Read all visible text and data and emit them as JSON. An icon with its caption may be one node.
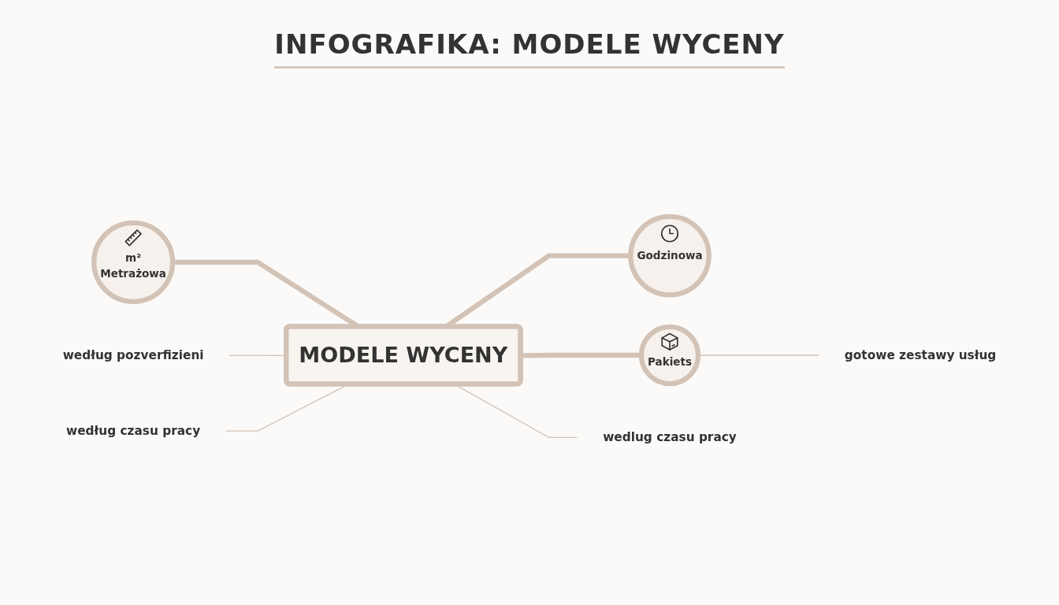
{
  "diagram": {
    "title": "INFOGRAFIKA: MODELE WYCENY",
    "nodes": [
      {
        "text": [
          "MODELE WYCENY"
        ]
      },
      {
        "text": [
          "m²",
          "Metrażowa"
        ]
      },
      {
        "text": [
          "Godzinowa"
        ]
      },
      {
        "text": [
          "Pakiets"
        ]
      },
      {
        "text": [
          "według pozverfizieni"
        ]
      },
      {
        "text": [
          "wedlug czasu pracy"
        ]
      },
      {
        "text": [
          "według czasu pracy"
        ]
      },
      {
        "text": [
          "gotowe zestawy usług"
        ]
      }
    ],
    "edges": [
      {
        "from": 1,
        "to": 0,
        "arrow": "none",
        "style": "thick"
      },
      {
        "from": 0,
        "to": 2,
        "arrow": "none",
        "style": "thick"
      },
      {
        "from": 0,
        "to": 3,
        "arrow": "none",
        "style": "thick"
      },
      {
        "from": 4,
        "to": 0,
        "arrow": "none"
      },
      {
        "from": 0,
        "to": 5,
        "arrow": "none"
      },
      {
        "from": 6,
        "to": 0,
        "arrow": "none"
      },
      {
        "from": 3,
        "to": 7,
        "arrow": "none"
      }
    ]
  }
}
